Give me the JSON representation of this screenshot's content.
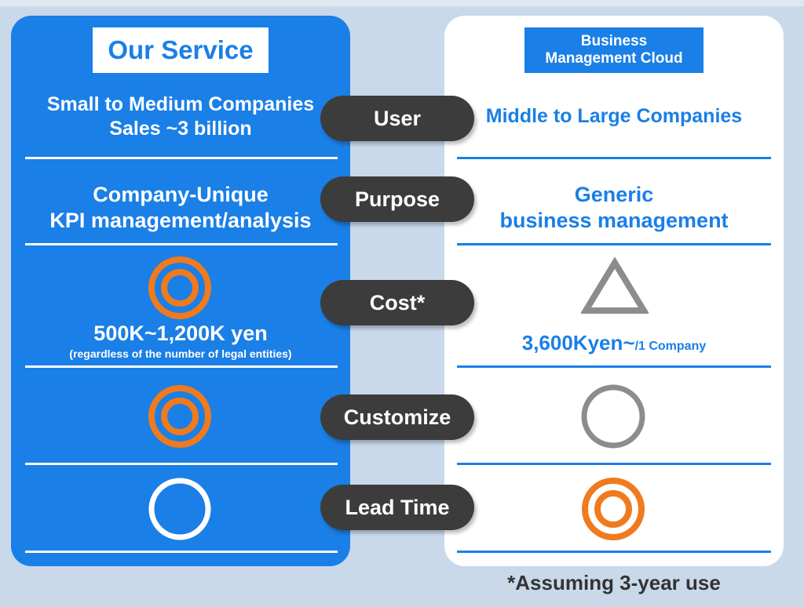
{
  "left": {
    "title": "Our Service",
    "user_line1": "Small to Medium Companies",
    "user_line2": "Sales ~3 billion",
    "purpose_line1": "Company-Unique",
    "purpose_line2": "KPI management/analysis",
    "cost_price": "500K~1,200K yen",
    "cost_note": "(regardless of the number of legal entities)"
  },
  "right": {
    "title_line1": "Business",
    "title_line2": "Management Cloud",
    "user": "Middle to Large Companies",
    "purpose_line1": "Generic",
    "purpose_line2": "business management",
    "cost_price": "3,600Kyen~",
    "cost_unit": "/1 Company"
  },
  "criteria": {
    "user": "User",
    "purpose": "Purpose",
    "cost": "Cost*",
    "customize": "Customize",
    "lead_time": "Lead Time"
  },
  "ratings": {
    "left_cost": "double-circle-icon",
    "left_customize": "double-circle-icon",
    "left_lead_time": "circle-icon",
    "right_cost": "triangle-icon",
    "right_customize": "circle-icon",
    "right_lead_time": "double-circle-icon"
  },
  "footnote": "*Assuming 3-year use",
  "colors": {
    "brand_blue": "#1a7fe6",
    "pill_dark": "#3c3c3c",
    "orange": "#f07a1e",
    "gray": "#8c8c8c",
    "background": "#c9d9ea"
  }
}
